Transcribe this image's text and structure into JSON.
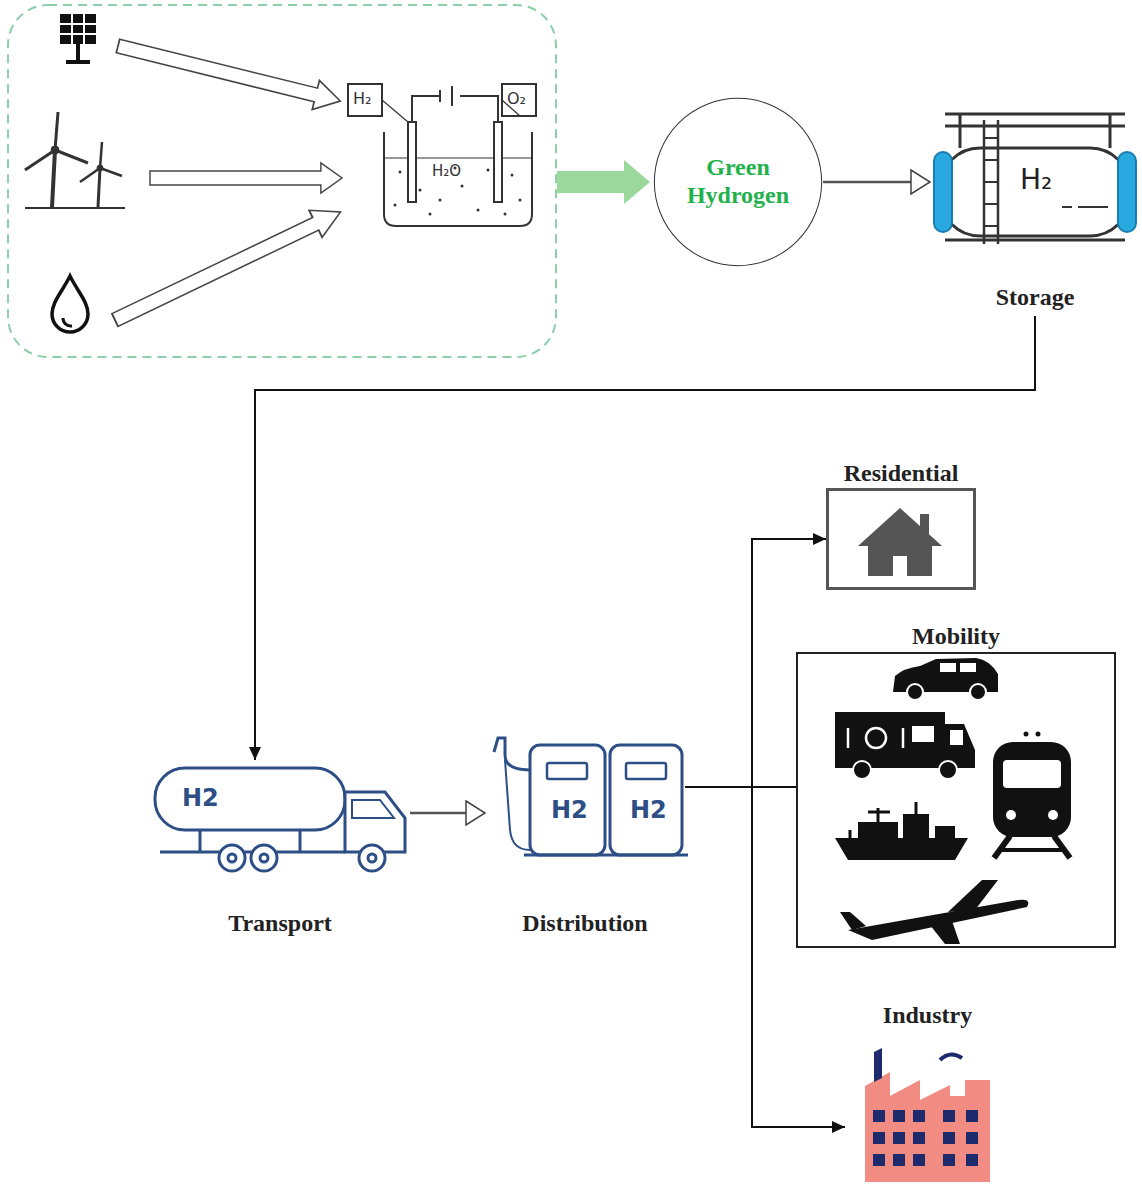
{
  "diagram": {
    "nodes": [
      {
        "text": [
          "Green Hydrogen"
        ]
      },
      {
        "text": [
          "Storage"
        ]
      },
      {
        "text": [
          "Residential"
        ]
      },
      {
        "text": [
          "Mobility"
        ]
      },
      {
        "text": [
          "Transport"
        ]
      },
      {
        "text": [
          "Distribution"
        ]
      },
      {
        "text": [
          "Industry"
        ]
      }
    ],
    "edges": [
      {
        "from": 0,
        "to": 1,
        "arrow": "to"
      },
      {
        "from": 1,
        "to": 4,
        "arrow": "to"
      },
      {
        "from": 4,
        "to": 5,
        "arrow": "to"
      },
      {
        "from": 5,
        "to": 2,
        "arrow": "to"
      },
      {
        "from": 5,
        "to": 3,
        "arrow": "none"
      },
      {
        "from": 5,
        "to": 6,
        "arrow": "to"
      }
    ],
    "labels": [
      "H₂",
      "O₂",
      "H₂O",
      "H₂",
      "H2",
      "H2",
      "H2"
    ]
  }
}
